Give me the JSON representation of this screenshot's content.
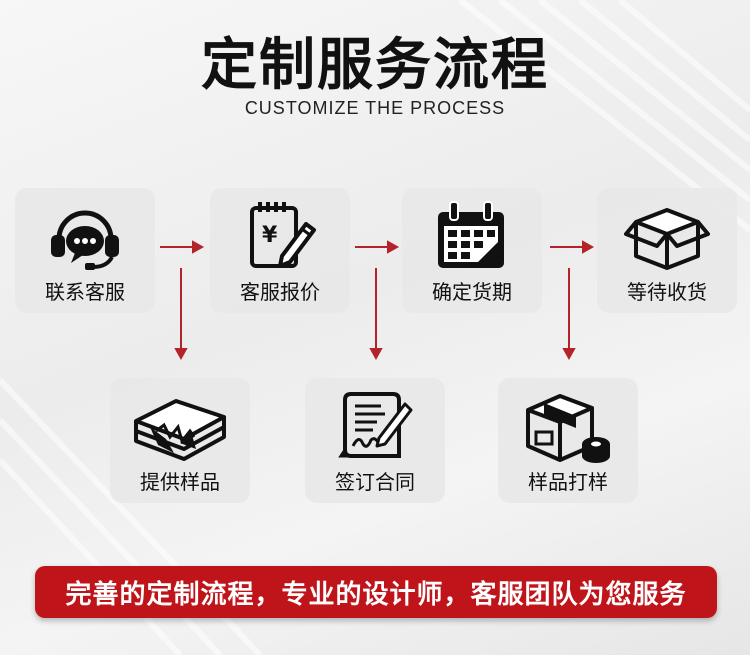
{
  "header": {
    "title": "定制服务流程",
    "subtitle": "CUSTOMIZE THE PROCESS"
  },
  "steps": [
    {
      "label": "联系客服",
      "icon": "headset-chat-icon"
    },
    {
      "label": "客服报价",
      "icon": "price-quote-pen-icon"
    },
    {
      "label": "确定货期",
      "icon": "calendar-icon"
    },
    {
      "label": "等待收货",
      "icon": "box-icon"
    },
    {
      "label": "提供样品",
      "icon": "fabric-sample-icon"
    },
    {
      "label": "签订合同",
      "icon": "contract-sign-icon"
    },
    {
      "label": "样品打样",
      "icon": "package-tape-icon"
    }
  ],
  "banner": {
    "text": "完善的定制流程，专业的设计师，客服团队为您服务"
  },
  "colors": {
    "arrow": "#b3242a",
    "banner": "#c0141b"
  }
}
